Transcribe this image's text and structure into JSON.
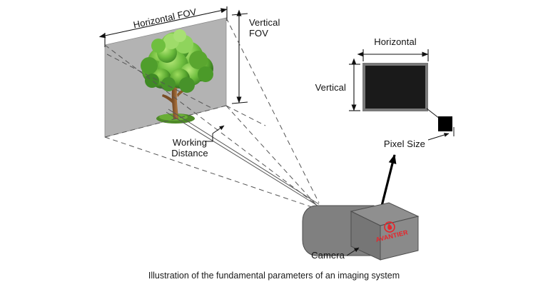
{
  "figure": {
    "caption": "Illustration of the fundamental parameters of an imaging system",
    "background_color": "#ffffff"
  },
  "labels": {
    "horizontal_fov": "Horizontal FOV",
    "vertical_fov_line1": "Vertical",
    "vertical_fov_line2": "FOV",
    "working_distance_line1": "Working",
    "working_distance_line2": "Distance",
    "sensor_horizontal": "Horizontal",
    "sensor_vertical": "Vertical",
    "pixel_size": "Pixel Size",
    "camera": "Camera"
  },
  "scene": {
    "fov_plane": {
      "name": "field-of-view-plane",
      "fill_color": "#b3b3b3",
      "stroke_color": "#8c8c8c"
    },
    "subject": {
      "name": "tree-illustration",
      "foliage_colors": [
        "#6fbf3f",
        "#4f9e2c",
        "#8fd45c",
        "#3c7d22"
      ],
      "trunk_colors": [
        "#8b5a2b",
        "#a9713b"
      ],
      "ground_color": "#5f9c33"
    },
    "camera": {
      "name": "camera-body",
      "body_color": "#808080",
      "lens_color": "#808080",
      "edge_color": "#4d4d4d",
      "logo_text": "AVANTIER",
      "logo_color": "#e8242a"
    },
    "sensor": {
      "name": "image-sensor",
      "fill_color": "#1a1a1a",
      "border_color": "#7a7a7a"
    },
    "pixel": {
      "name": "single-pixel",
      "fill_color": "#000000"
    }
  }
}
